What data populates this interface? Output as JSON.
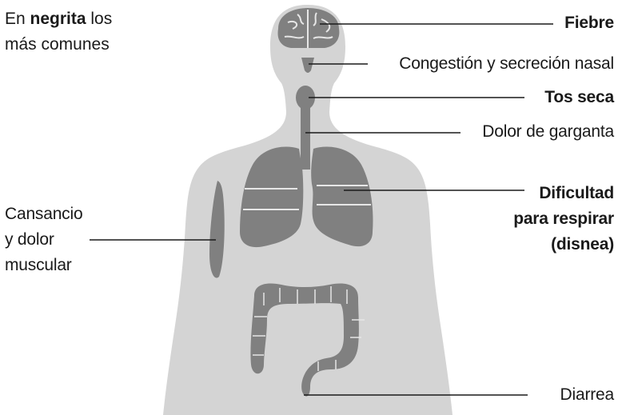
{
  "legend": {
    "prefix": "En",
    "bold_word": "negrita",
    "suffix": "los",
    "line2": "más comunes"
  },
  "symptoms": {
    "fever": "Fiebre",
    "congestion": "Congestión y secreción nasal",
    "dry_cough": "Tos seca",
    "sore_throat": "Dolor de garganta",
    "dyspnea_line1": "Dificultad",
    "dyspnea_line2": "para respirar",
    "dyspnea_line3": "(disnea)",
    "fatigue_line1": "Cansancio",
    "fatigue_line2": "y dolor",
    "fatigue_line3": "muscular",
    "diarrhea": "Diarrea"
  },
  "colors": {
    "body": "#d4d4d4",
    "organ": "#808080",
    "organ_line": "#e6e6e6",
    "leader": "#1a1a1a"
  }
}
